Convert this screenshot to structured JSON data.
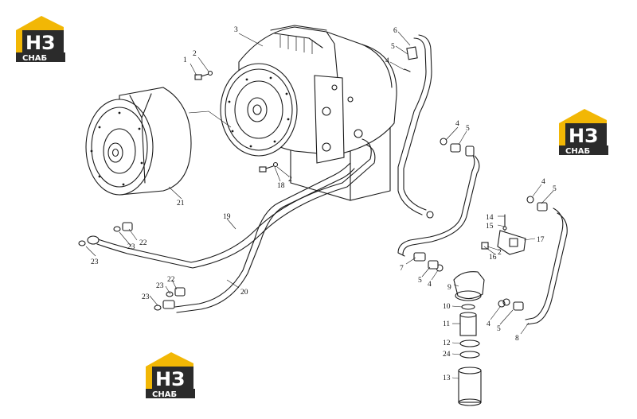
{
  "logo": {
    "letters": "НЗ",
    "word": "СНАБ",
    "accent": "#f2b705",
    "dark": "#2b2b2b"
  },
  "callouts": [
    {
      "id": "c1",
      "text": "1"
    },
    {
      "id": "c2a",
      "text": "2"
    },
    {
      "id": "c3",
      "text": "3"
    },
    {
      "id": "c6",
      "text": "6"
    },
    {
      "id": "c5a",
      "text": "5"
    },
    {
      "id": "c4a",
      "text": "4"
    },
    {
      "id": "c4b",
      "text": "4"
    },
    {
      "id": "c5b",
      "text": "5"
    },
    {
      "id": "c4c",
      "text": "4"
    },
    {
      "id": "c5c",
      "text": "5"
    },
    {
      "id": "c18",
      "text": "18"
    },
    {
      "id": "c2b",
      "text": "2"
    },
    {
      "id": "c21",
      "text": "21"
    },
    {
      "id": "c19",
      "text": "19"
    },
    {
      "id": "c14",
      "text": "14"
    },
    {
      "id": "c15",
      "text": "15"
    },
    {
      "id": "c17",
      "text": "17"
    },
    {
      "id": "c2c",
      "text": "2"
    },
    {
      "id": "c16",
      "text": "16"
    },
    {
      "id": "c22a",
      "text": "22"
    },
    {
      "id": "c23a",
      "text": "23"
    },
    {
      "id": "c23b",
      "text": "23"
    },
    {
      "id": "c7",
      "text": "7"
    },
    {
      "id": "c5d",
      "text": "5"
    },
    {
      "id": "c4d",
      "text": "4"
    },
    {
      "id": "c9",
      "text": "9"
    },
    {
      "id": "c22b",
      "text": "22"
    },
    {
      "id": "c23c",
      "text": "23"
    },
    {
      "id": "c23d",
      "text": "23"
    },
    {
      "id": "c20",
      "text": "20"
    },
    {
      "id": "c10",
      "text": "10"
    },
    {
      "id": "c11",
      "text": "11"
    },
    {
      "id": "c4e",
      "text": "4"
    },
    {
      "id": "c5e",
      "text": "5"
    },
    {
      "id": "c8",
      "text": "8"
    },
    {
      "id": "c12",
      "text": "12"
    },
    {
      "id": "c24",
      "text": "24"
    },
    {
      "id": "c13",
      "text": "13"
    }
  ]
}
